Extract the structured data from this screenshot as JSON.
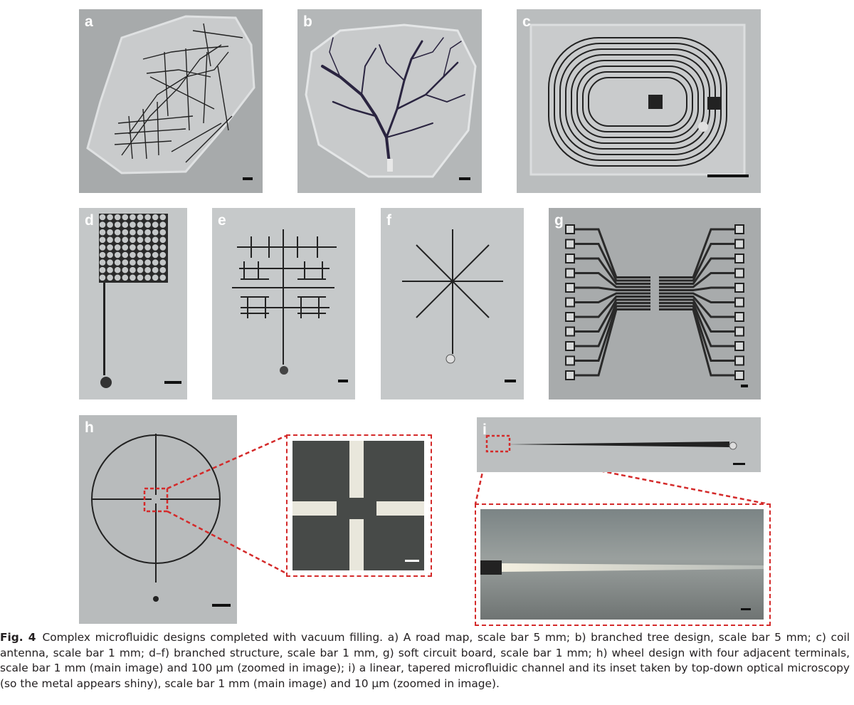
{
  "panels": {
    "a": "a",
    "b": "b",
    "c": "c",
    "d": "d",
    "e": "e",
    "f": "f",
    "g": "g",
    "h": "h",
    "i": "i"
  },
  "figure": {
    "label": "Fig. 4",
    "caption": "Complex microfluidic designs completed with vacuum filling. a) A road map, scale bar 5 mm; b) branched tree design, scale bar 5 mm; c) coil antenna, scale bar 1 mm;  d–f) branched structure, scale bar 1 mm, g) soft circuit board, scale bar 1 mm; h) wheel design with four adjacent terminals, scale bar 1 mm (main image) and 100 μm (zoomed in image); i) a linear, tapered microfluidic channel and its inset taken by top-down optical microscopy (so the metal appears shiny), scale bar 1 mm (main image) and 10 μm (zoomed in image)."
  },
  "colors": {
    "zoom_box": "#d42a2a",
    "photo_bg": "#b9bcbd",
    "metal": "#1e1e1e"
  }
}
